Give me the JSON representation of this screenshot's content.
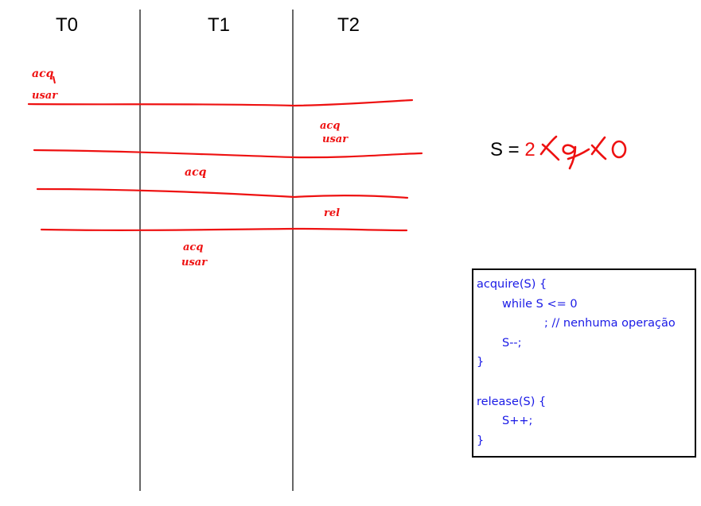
{
  "columns": [
    {
      "title": "T0"
    },
    {
      "title": "T1"
    },
    {
      "title": "T2"
    }
  ],
  "semaphore": {
    "prefix": "S = ",
    "initial": "2"
  },
  "annotations": {
    "acq": "acq",
    "usar": "usar",
    "rel": "rel"
  },
  "colors": {
    "ink": "#000000",
    "handwriting": "#ee1111",
    "code": "#1a1ae6"
  },
  "code": {
    "lines": [
      "acquire(S) {",
      "while S <= 0",
      "; // nenhuma operação",
      "S--;",
      "}",
      "",
      "release(S) {",
      "S++;",
      "}"
    ]
  }
}
